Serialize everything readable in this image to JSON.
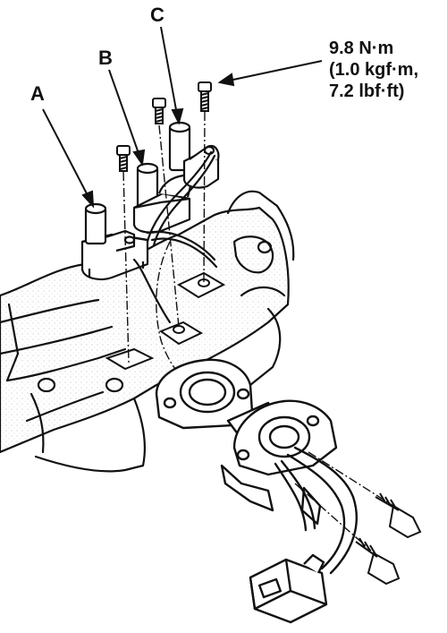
{
  "labels": {
    "a": "A",
    "b": "B",
    "c": "C"
  },
  "torque": {
    "line1": "9.8 N·m",
    "line2": "(1.0 kgf·m,",
    "line3": "7.2 lbf·ft)"
  },
  "colors": {
    "ink": "#111111",
    "paper": "#ffffff"
  }
}
